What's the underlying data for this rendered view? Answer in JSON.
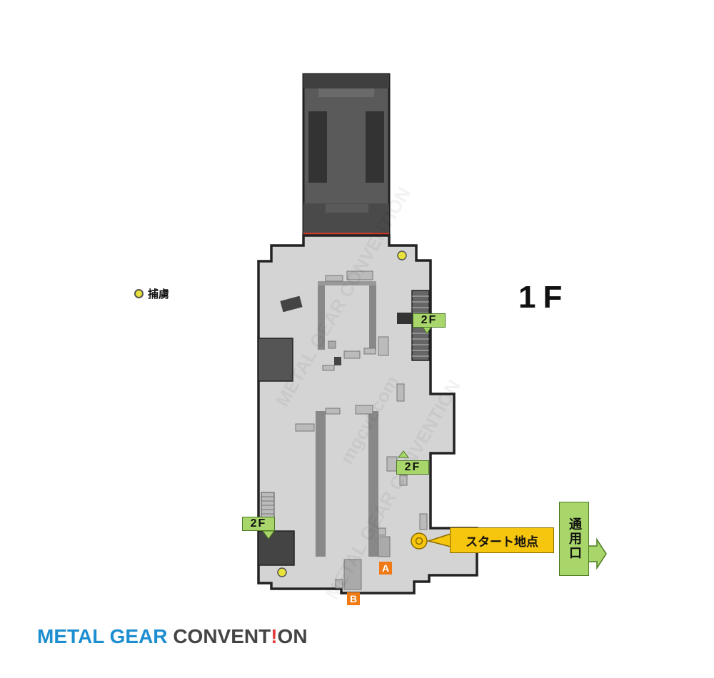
{
  "map": {
    "floor_label": "1F",
    "legend": {
      "icon": "hostage-dot-icon",
      "label": "捕虜",
      "color": "#e8e23a"
    },
    "stairs": [
      {
        "label": "2F",
        "direction": "down"
      },
      {
        "label": "2F",
        "direction": "up"
      },
      {
        "label": "2F",
        "direction": "down"
      }
    ],
    "markers": [
      {
        "label": "A",
        "color": "#f07a14"
      },
      {
        "label": "B",
        "color": "#f07a14"
      }
    ],
    "start_point": {
      "label": "スタート地点",
      "color": "#f6c50e"
    },
    "exit": {
      "label": "通用口",
      "color": "#a9d66a"
    },
    "watermarks": [
      "METAL GEAR CONVENTION",
      "mgcvt.com"
    ],
    "colors": {
      "floor": "#d4d4d4",
      "wall": "#222222",
      "dark_block": "#555555",
      "red_line": "#cc3b2b"
    }
  },
  "brand": {
    "part1": "METAL GEAR ",
    "part2": "CONVENT",
    "part3": "!",
    "part4": "ON"
  }
}
